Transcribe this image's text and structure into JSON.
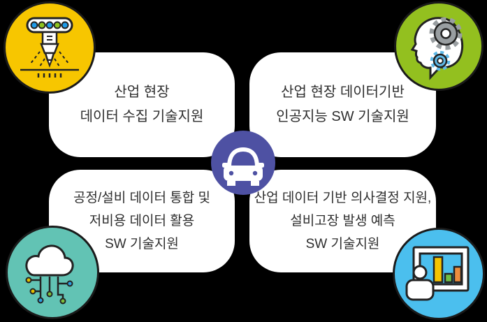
{
  "background_color": "#000000",
  "card_color": "#FFFFFF",
  "text_color": "#2E2E2E",
  "cards": {
    "top_left": {
      "lines": [
        "산업 현장",
        "데이터 수집 기술지원"
      ]
    },
    "top_right": {
      "lines": [
        "산업 현장 데이터기반",
        "인공지능 SW 기술지원"
      ]
    },
    "bottom_left": {
      "lines": [
        "공정/설비 데이터 통합 및",
        "저비용 데이터 활용",
        "SW 기술지원"
      ]
    },
    "bottom_right": {
      "lines": [
        "산업 데이터 기반 의사결정 지원,",
        "설비고장 발생 예측",
        "SW 기술지원"
      ]
    }
  },
  "badges": {
    "laser_cutter": {
      "icon": "laser-cutter-icon",
      "circle_color": "#F7C600",
      "outline_color": "#1A1A1A",
      "dot_colors": [
        "#1E9BE9",
        "#8FC31F",
        "#1E9BE9",
        "#8FC31F",
        "#1E9BE9"
      ]
    },
    "ai_head": {
      "icon": "ai-head-gears-icon",
      "circle_color": "#93C01F",
      "gear_gray": "#999EA1",
      "gear_blue": "#5FB9E8"
    },
    "cloud_circuit": {
      "icon": "cloud-circuit-icon",
      "circle_color": "#62C3B4",
      "node_yellow": "#E3C000",
      "node_blue": "#2D9FE0",
      "node_green": "#7DBE3C"
    },
    "presentation": {
      "icon": "presentation-chart-icon",
      "circle_color": "#4BBFEE",
      "bar_colors": [
        "#F5C400",
        "#6FBE44",
        "#EE8D3E"
      ]
    },
    "car": {
      "icon": "car-icon",
      "circle_color": "#4E51A3"
    }
  }
}
